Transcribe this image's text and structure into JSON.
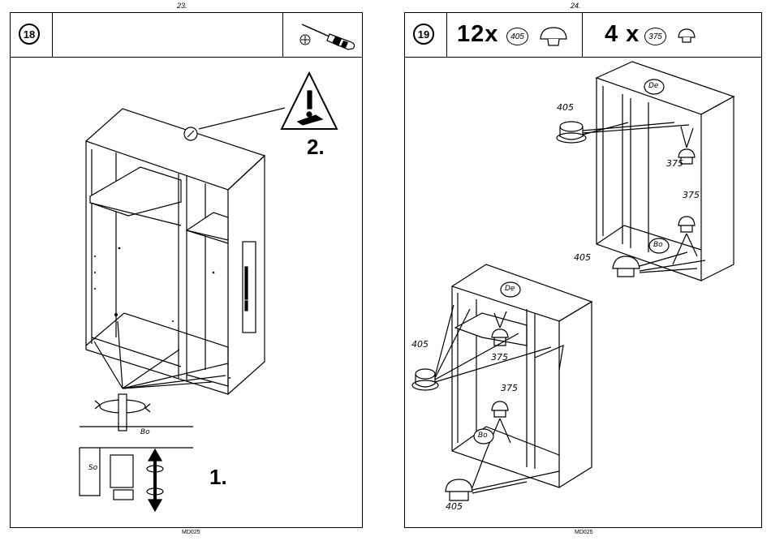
{
  "left_page": {
    "page_number": "23.",
    "step": "18",
    "footer": "MD025",
    "order_1": "1.",
    "order_2": "2.",
    "label_bo": "Bo",
    "label_so": "So",
    "tool_icon": "screwdriver-icon",
    "warning_icon": "warning-triangle-icon"
  },
  "right_page": {
    "page_number": "24.",
    "step": "19",
    "footer": "MD025",
    "parts": [
      {
        "quantity": "12x",
        "part": "405",
        "icon": "cap-405-icon"
      },
      {
        "quantity": "4 x",
        "part": "375",
        "icon": "cap-375-icon"
      }
    ],
    "labels": {
      "de": "De",
      "bo": "Bo",
      "p405": "405",
      "p375": "375"
    }
  }
}
